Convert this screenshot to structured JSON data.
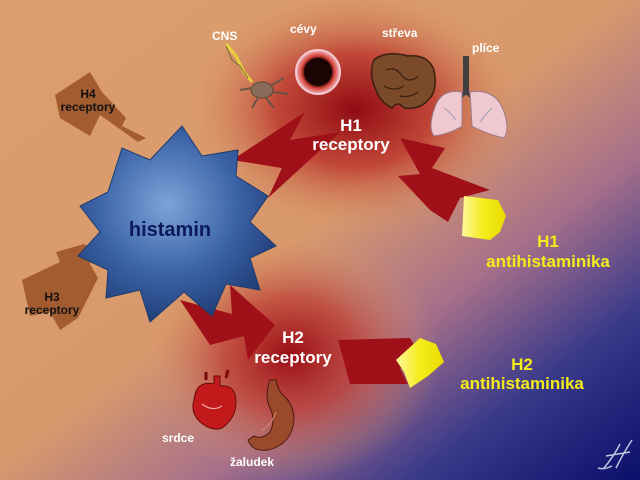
{
  "center": {
    "label": "histamin"
  },
  "h1": {
    "label_line1": "H1",
    "label_line2": "receptory",
    "organs": [
      "CNS",
      "cévy",
      "střeva",
      "plíce"
    ]
  },
  "h2": {
    "label_line1": "H2",
    "label_line2": "receptory",
    "organs": [
      "srdce",
      "žaludek"
    ]
  },
  "h3": {
    "label_line1": "H3",
    "label_line2": "receptory"
  },
  "h4": {
    "label_line1": "H4",
    "label_line2": "receptory"
  },
  "h1_antihistamines": {
    "label_line1": "H1",
    "label_line2": "antihistaminika"
  },
  "h2_antihistamines": {
    "label_line1": "H2",
    "label_line2": "antihistaminika"
  },
  "colors": {
    "background": "#dc9e6c",
    "navy": "#0a0f6a",
    "receptor_red": "#a01018",
    "histamin_blue": "#3b62a6",
    "brown_receptor": "#a35c30",
    "antagonist_yellow": "#f4ec1a",
    "text_white": "#ffffff",
    "text_dark": "#111111",
    "text_yellow": "#f4ec1a"
  },
  "signature": "H"
}
